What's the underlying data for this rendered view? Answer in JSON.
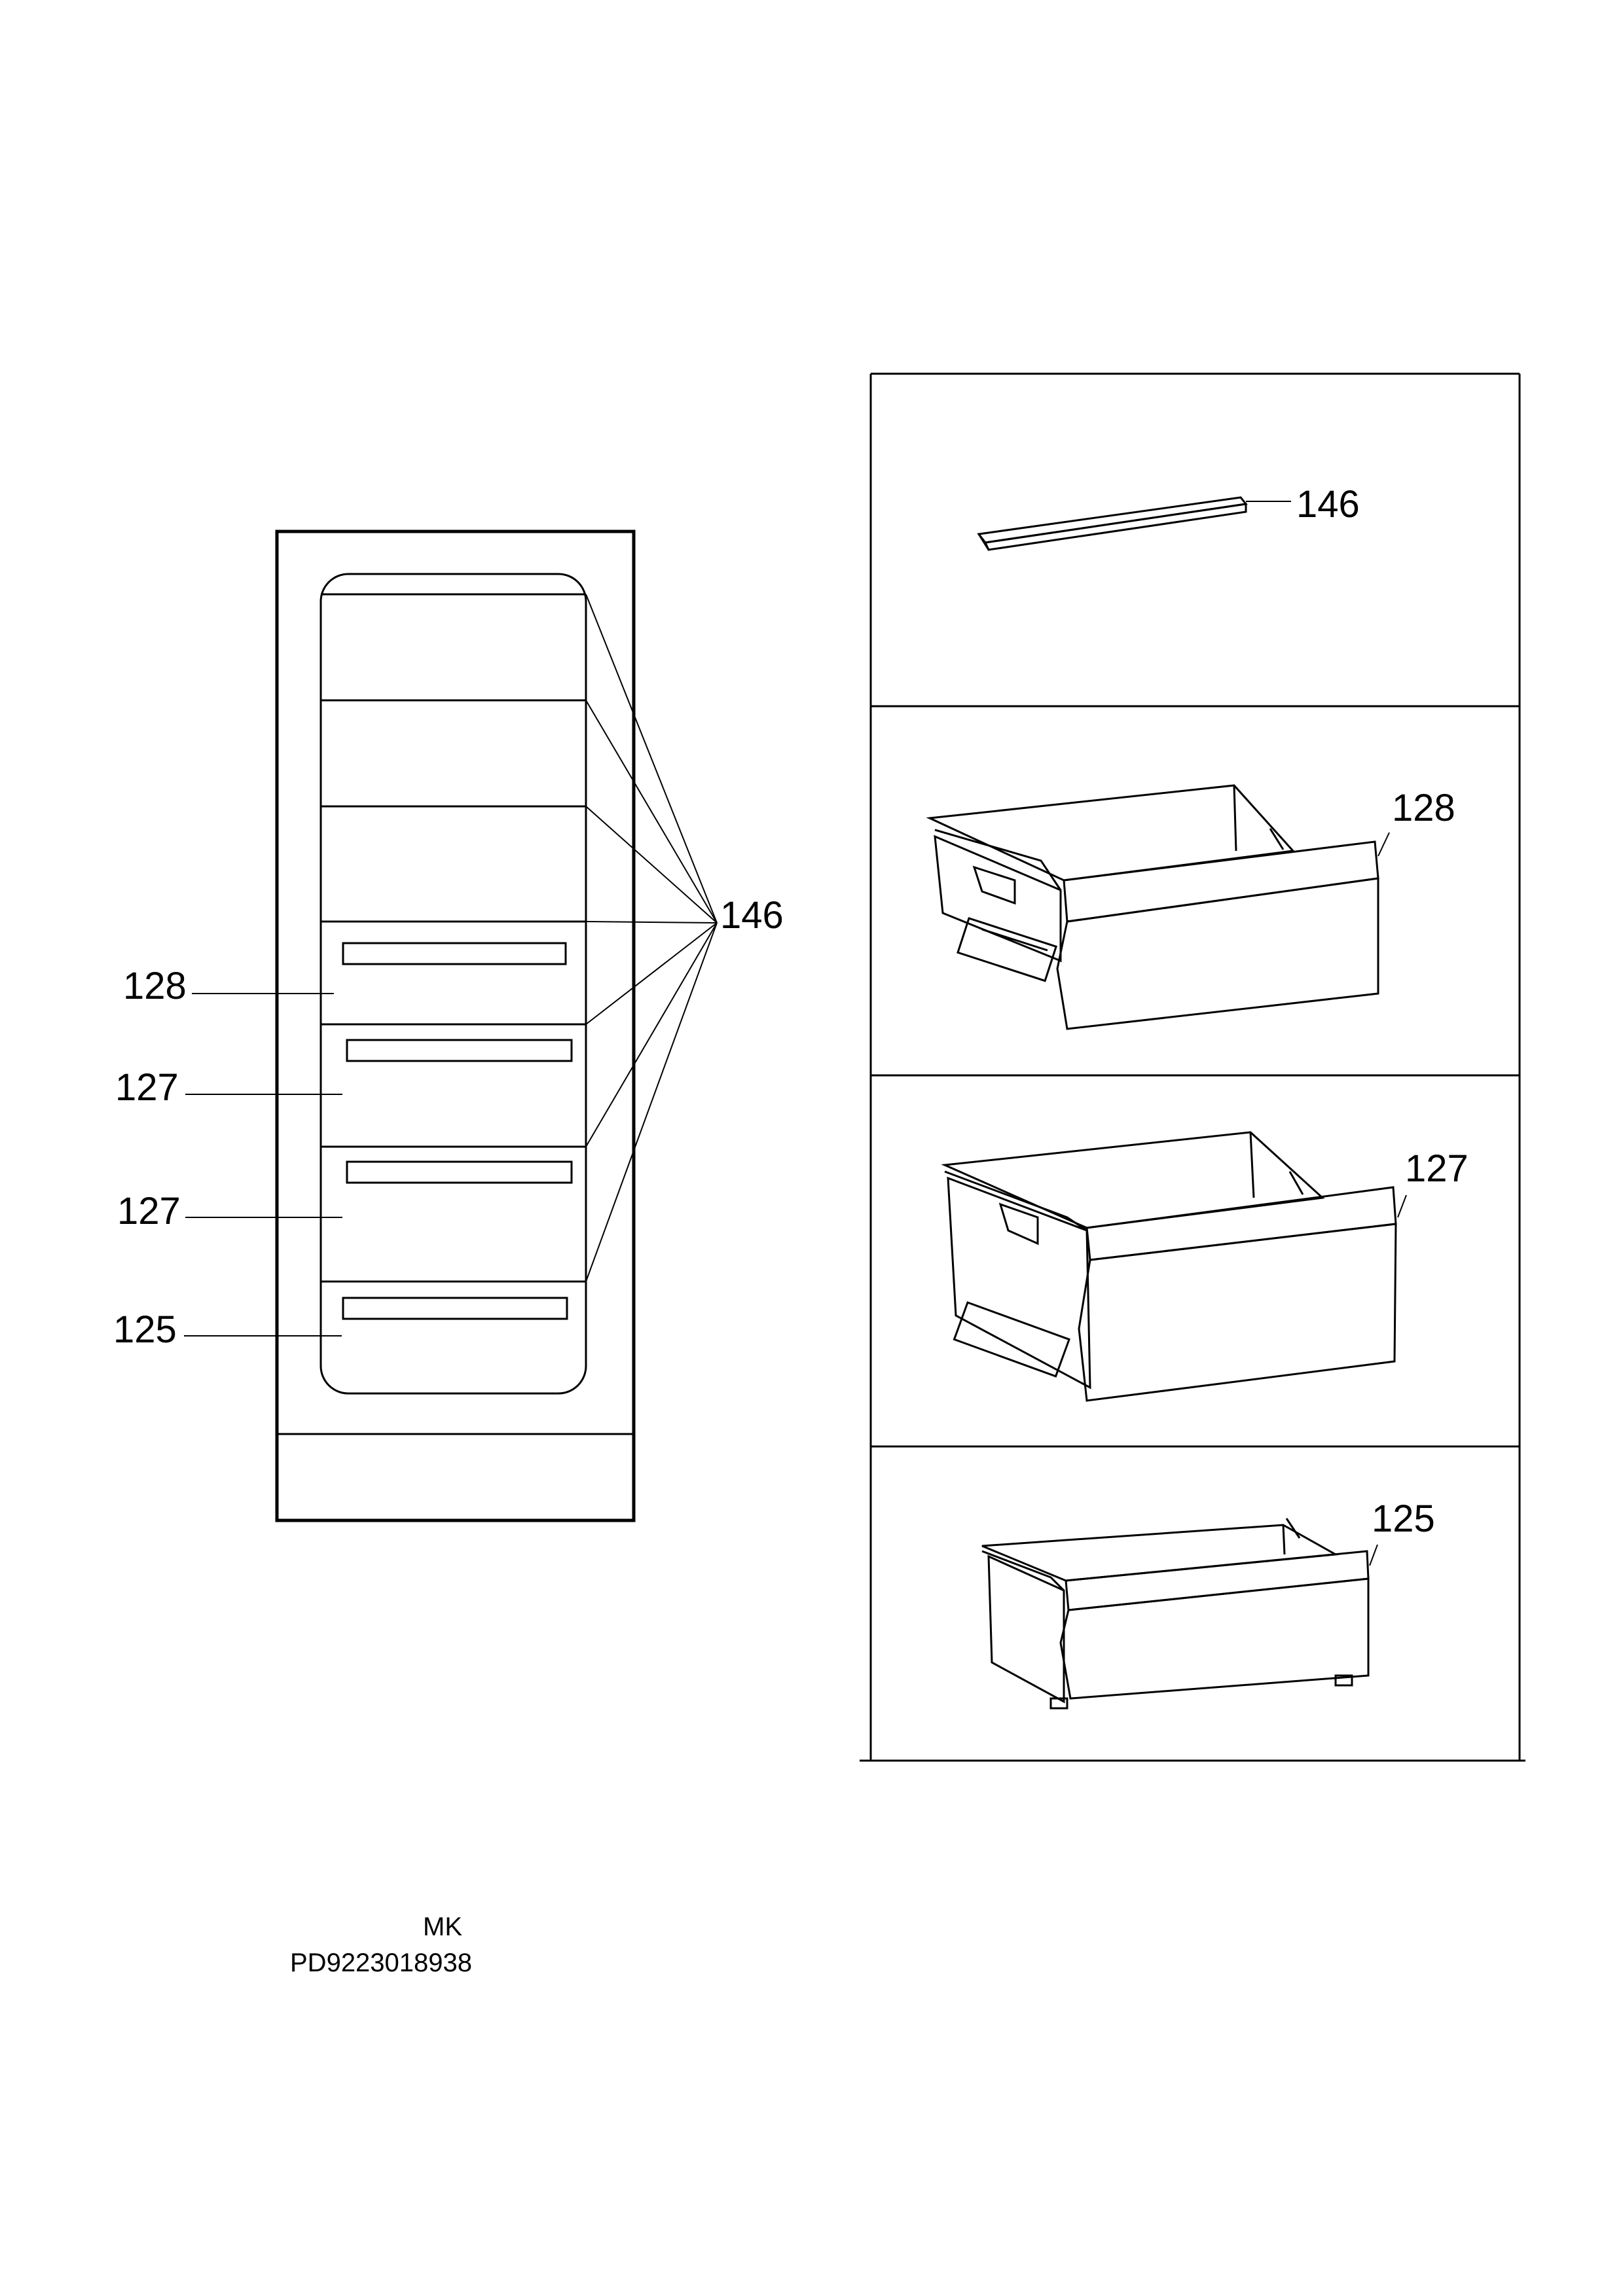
{
  "diagram": {
    "callouts": {
      "shelf_strip": "146",
      "drawer_top": "128",
      "drawer_middle_1": "127",
      "drawer_middle_2": "127",
      "drawer_bottom": "125"
    },
    "panels": [
      {
        "id": "shelf-panel",
        "label": "146"
      },
      {
        "id": "drawer-128-panel",
        "label": "128"
      },
      {
        "id": "drawer-127-panel",
        "label": "127"
      },
      {
        "id": "drawer-125-panel",
        "label": "125"
      }
    ]
  },
  "footer": {
    "code_short": "MK",
    "code_long": "PD9223018938"
  },
  "colors": {
    "ink": "#000000",
    "paper": "#ffffff"
  }
}
